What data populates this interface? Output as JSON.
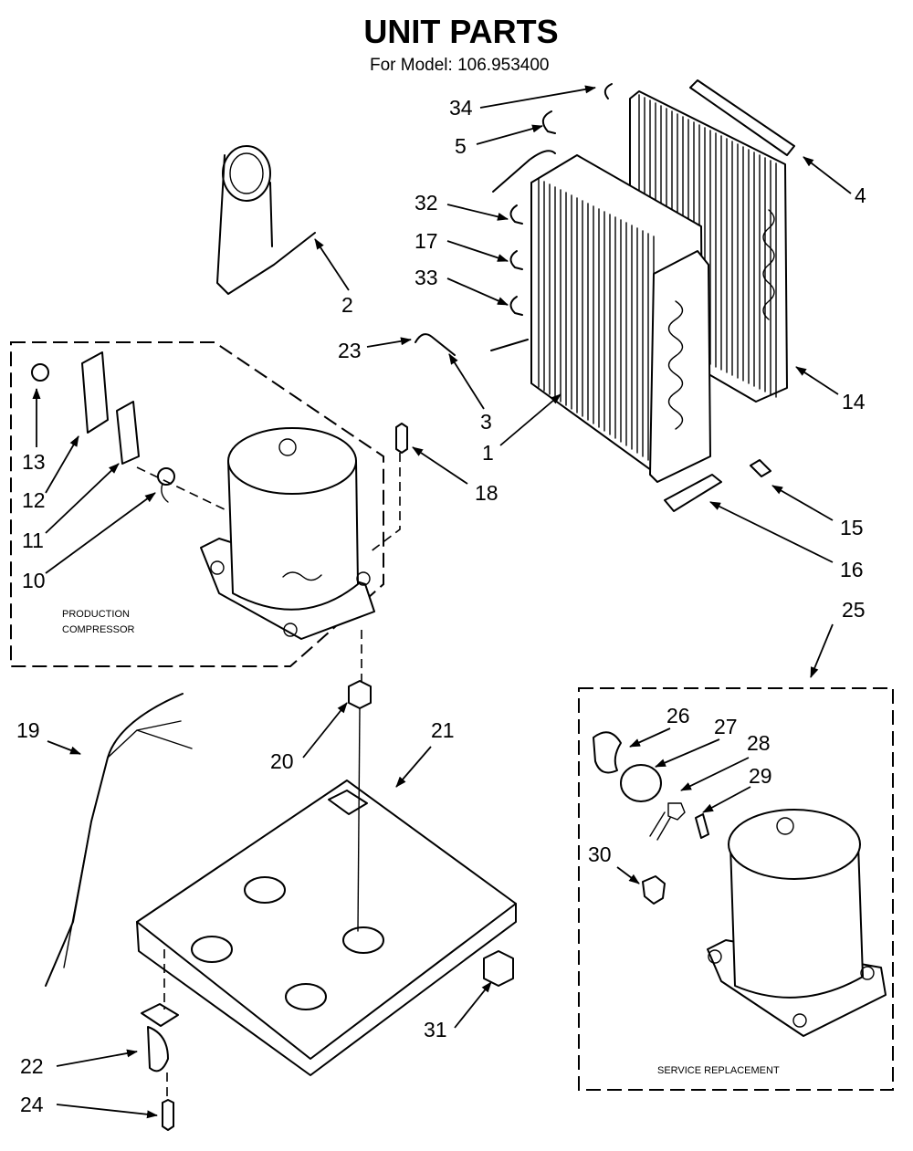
{
  "title": "UNIT PARTS",
  "subtitle": "For Model: 106.953400",
  "captions": {
    "production": [
      "PRODUCTION",
      "COMPRESSOR"
    ],
    "service": "SERVICE REPLACEMENT"
  },
  "callouts": [
    "34",
    "5",
    "4",
    "32",
    "17",
    "33",
    "2",
    "23",
    "3",
    "1",
    "14",
    "13",
    "12",
    "11",
    "10",
    "18",
    "15",
    "16",
    "25",
    "19",
    "20",
    "21",
    "26",
    "27",
    "28",
    "29",
    "30",
    "31",
    "22",
    "24"
  ]
}
